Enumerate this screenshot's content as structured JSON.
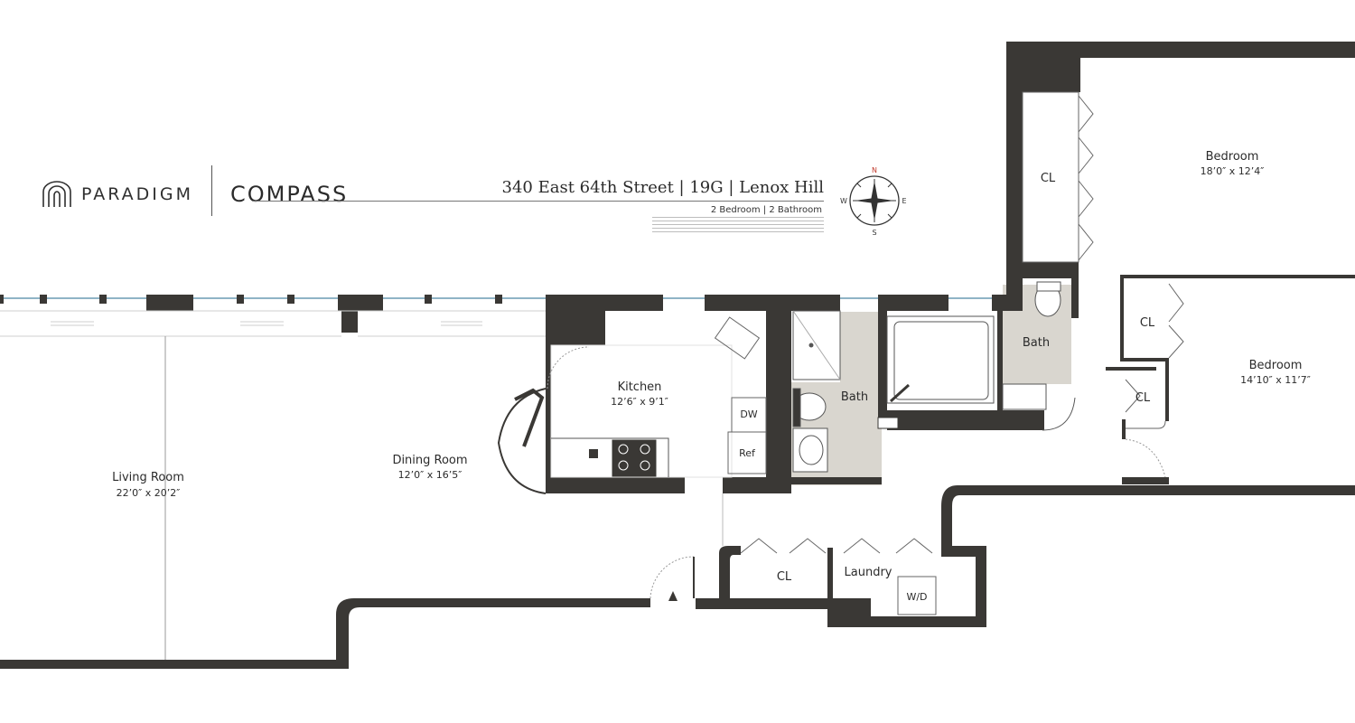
{
  "branding": {
    "paradigm_label": "PARADIGM",
    "compass_label": "COMPASS"
  },
  "listing": {
    "address_line": "340 East 64th Street | 19G | Lenox Hill",
    "subline": "2 Bedroom | 2 Bathroom"
  },
  "compass_rose": {
    "north": "N",
    "south": "S",
    "east": "E",
    "west": "W"
  },
  "rooms": {
    "living_room": {
      "name": "Living Room",
      "dims": "22’0″ x 20’2″"
    },
    "dining_room": {
      "name": "Dining Room",
      "dims": "12’0″ x 16’5″"
    },
    "kitchen": {
      "name": "Kitchen",
      "dims": "12’6″ x 9’1″"
    },
    "dw": "DW",
    "ref": "Ref",
    "bath_1": "Bath",
    "bath_2": "Bath",
    "bedroom_1": {
      "name": "Bedroom",
      "dims": "18’0″ x 12’4″"
    },
    "bedroom_2": {
      "name": "Bedroom",
      "dims": "14’10″ x 11’7″"
    },
    "cl_1": "CL",
    "cl_2": "CL",
    "cl_3": "CL",
    "cl_4": "CL",
    "laundry": "Laundry",
    "wd": "W/D"
  },
  "colors": {
    "wall": "#3a3835",
    "bath_floor": "#d9d6cf",
    "window": "#a8c6d6"
  }
}
